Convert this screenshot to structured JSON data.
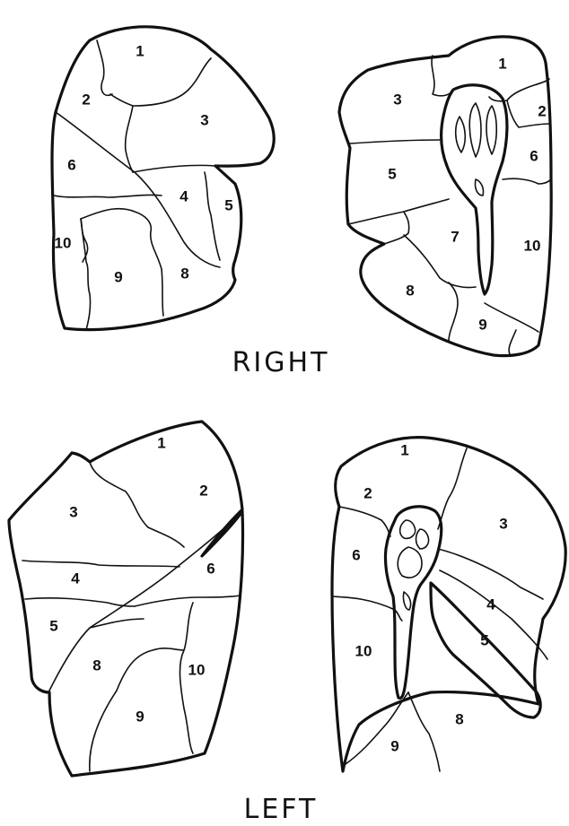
{
  "captions": {
    "top": "RIGHT",
    "bottom": "LEFT"
  },
  "right_lateral": {
    "labels": [
      "1",
      "2",
      "3",
      "6",
      "4",
      "5",
      "10",
      "9",
      "8"
    ]
  },
  "right_medial": {
    "labels": [
      "1",
      "3",
      "2",
      "5",
      "6",
      "7",
      "10",
      "8",
      "9"
    ]
  },
  "left_lateral": {
    "labels": [
      "1",
      "2",
      "3",
      "4",
      "6",
      "5",
      "8",
      "10",
      "9"
    ]
  },
  "left_medial": {
    "labels": [
      "1",
      "2",
      "3",
      "6",
      "4",
      "5",
      "10",
      "8",
      "9"
    ]
  }
}
